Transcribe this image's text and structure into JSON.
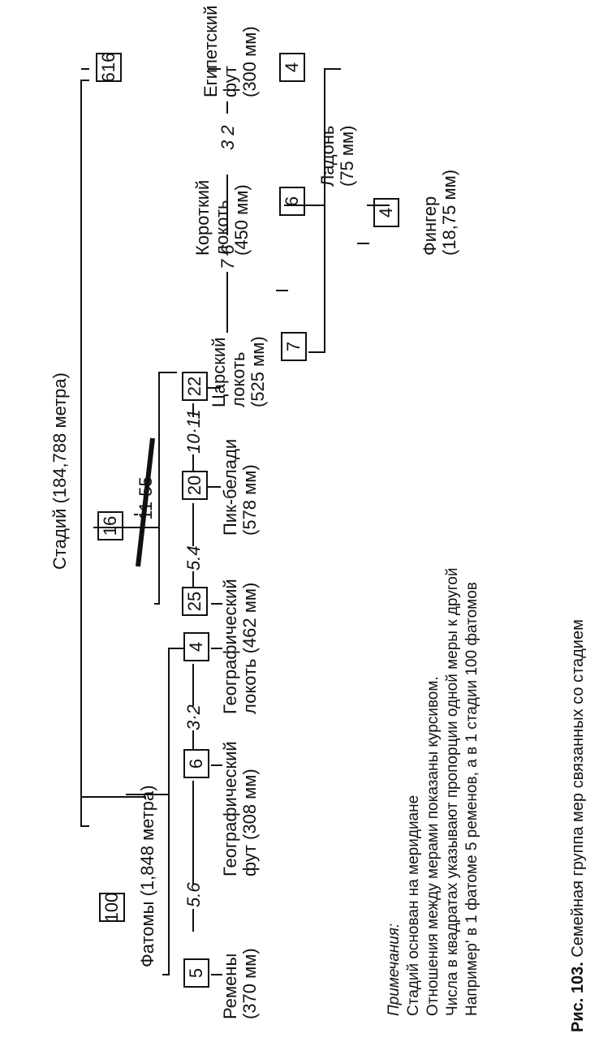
{
  "title": "Стадий (184,788 метра)",
  "fathoms": "Фатомы (1,848 метра)",
  "boxes": {
    "stadium_100": "100",
    "stadium_16": "16",
    "egypt_616": "616",
    "geo_lokot_25": "25",
    "pik_20": "20",
    "tsar_22": "22",
    "remen_5": "5",
    "geo_fut_6": "6",
    "geo_4": "4",
    "ratio_11_55": "11 55",
    "egypt_4": "4",
    "short_6": "6",
    "tsar_7": "7",
    "finger_4": "4"
  },
  "ratios": {
    "r_5_6": "5.6",
    "r_3_2_geo": "3·2",
    "r_5_4": "5.4",
    "r_10_11": "10·11",
    "r_7_6": "7 6",
    "r_3_2_egypt": "3 2"
  },
  "labels": {
    "remeny": "Ремены\n(370 мм)",
    "geo_fut": "Географический\nфут (308 мм)",
    "geo_lokot": "Географический\nлокоть (462 мм)",
    "pik": "Пик-белади\n(578 мм)",
    "tsar": "Царский\nлокоть\n(525 мм)",
    "short": "Короткий\nлокоть\n(450 мм)",
    "egypt": "Египетский\nфут\n(300 мм)",
    "ladon": "Ладонь\n(75 мм)",
    "finger": "Фингер\n(18,75 мм)"
  },
  "notes": {
    "heading": "Примечания:",
    "lines": [
      "Стадий основан на меридиане",
      "Отношения между мерами показаны курсивом.",
      "Числа в квадратах указывают пропорции одной меры к другой",
      "Например' в 1 фатоме 5 ременов, а в 1 стадии 100 фатомов"
    ]
  },
  "caption": {
    "label": "Рис. 103.",
    "text": "Семейная группа мер  связанных со стадием"
  }
}
